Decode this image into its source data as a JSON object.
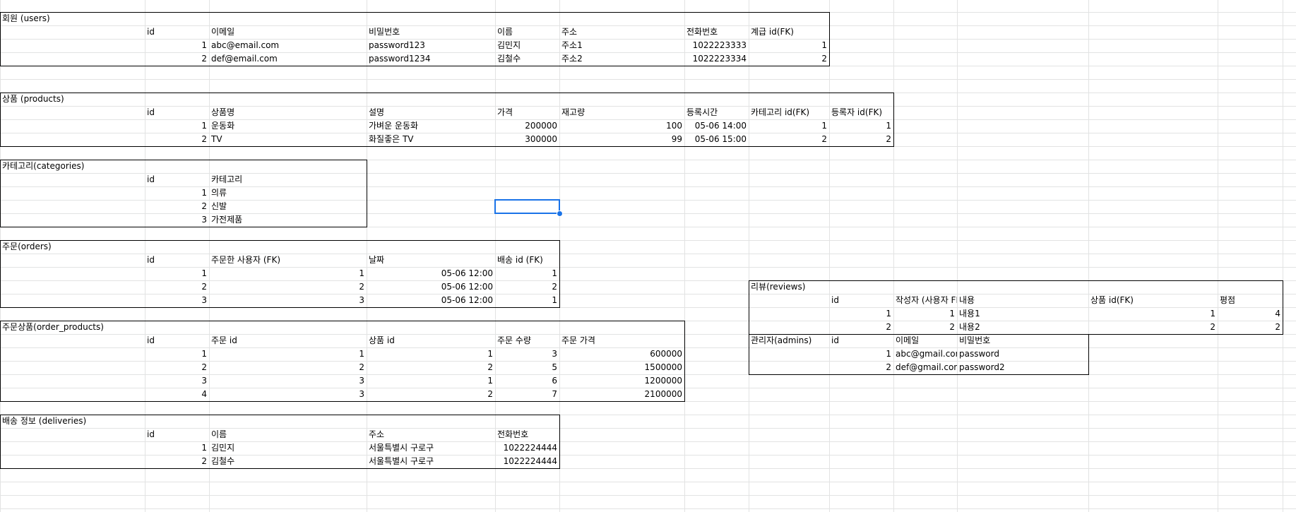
{
  "tables": {
    "users": {
      "title": "회원 (users)",
      "headers": [
        "id",
        "이메일",
        "비밀번호",
        "이름",
        "주소",
        "전화번호",
        "계급 id(FK)"
      ],
      "rows": [
        [
          "1",
          "abc@email.com",
          "password123",
          "김민지",
          "주소1",
          "1022223333",
          "1"
        ],
        [
          "2",
          "def@email.com",
          "password1234",
          "김철수",
          "주소2",
          "1022223334",
          "2"
        ]
      ]
    },
    "products": {
      "title": "상품 (products)",
      "headers": [
        "id",
        "상품명",
        "설명",
        "가격",
        "재고량",
        "등록시간",
        "카테고리 id(FK)",
        "등록자 id(FK)"
      ],
      "rows": [
        [
          "1",
          "운동화",
          "가벼운 운동화",
          "200000",
          "100",
          "05-06 14:00",
          "1",
          "1"
        ],
        [
          "2",
          "TV",
          "화질좋은 TV",
          "300000",
          "99",
          "05-06 15:00",
          "2",
          "2"
        ]
      ]
    },
    "categories": {
      "title": "카테고리(categories)",
      "headers": [
        "id",
        "카테고리"
      ],
      "rows": [
        [
          "1",
          "의류"
        ],
        [
          "2",
          "신발"
        ],
        [
          "3",
          "가전제품"
        ]
      ]
    },
    "orders": {
      "title": "주문(orders)",
      "headers": [
        "id",
        "주문한 사용자 (FK)",
        "날짜",
        "배송 id (FK)"
      ],
      "rows": [
        [
          "1",
          "1",
          "05-06 12:00",
          "1"
        ],
        [
          "2",
          "2",
          "05-06 12:00",
          "2"
        ],
        [
          "3",
          "3",
          "05-06 12:00",
          "1"
        ]
      ]
    },
    "order_products": {
      "title": "주문상품(order_products)",
      "headers": [
        "id",
        "주문 id",
        "상품 id",
        "주문 수량",
        "주문 가격"
      ],
      "rows": [
        [
          "1",
          "1",
          "1",
          "3",
          "600000"
        ],
        [
          "2",
          "2",
          "2",
          "5",
          "1500000"
        ],
        [
          "3",
          "3",
          "1",
          "6",
          "1200000"
        ],
        [
          "4",
          "3",
          "2",
          "7",
          "2100000"
        ]
      ]
    },
    "deliveries": {
      "title": "배송 정보 (deliveries)",
      "headers": [
        "id",
        "이름",
        "주소",
        "전화번호"
      ],
      "rows": [
        [
          "1",
          "김민지",
          "서울특별시 구로구",
          "1022224444"
        ],
        [
          "2",
          "김철수",
          "서울특별시 구로구",
          "1022224444"
        ]
      ]
    },
    "reviews": {
      "title": "리뷰(reviews)",
      "headers": [
        "id",
        "작성자 (사용자 FK)",
        "내용",
        "상품 id(FK)",
        "평점"
      ],
      "rows": [
        [
          "1",
          "1",
          "내용1",
          "1",
          "4"
        ],
        [
          "2",
          "2",
          "내용2",
          "2",
          "2"
        ]
      ]
    },
    "admins": {
      "title": "관리자(admins)",
      "headers": [
        "id",
        "이메일",
        "비밀번호"
      ],
      "rows": [
        [
          "1",
          "abc@gmail.com",
          "password"
        ],
        [
          "2",
          "def@gmail.com",
          "password2"
        ]
      ]
    }
  },
  "selection_color": "#1a73e8",
  "grid_color": "#e2e3e3"
}
